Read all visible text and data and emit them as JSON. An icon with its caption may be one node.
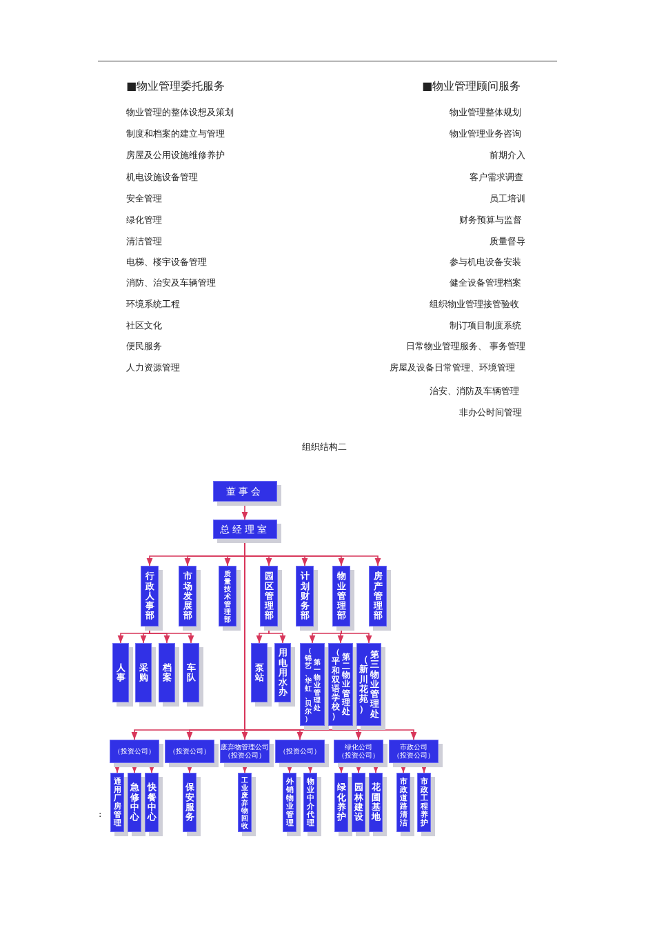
{
  "diagram": {
    "title": "组织结构二",
    "nodes": [
      {
        "text": [
          "董事会"
        ]
      },
      {
        "text": [
          "总经理室"
        ]
      },
      {
        "text": [
          "行政人事部"
        ]
      },
      {
        "text": [
          "市场发展部"
        ]
      },
      {
        "text": [
          "质量技术管理部"
        ]
      },
      {
        "text": [
          "园区管理部"
        ]
      },
      {
        "text": [
          "计划财务部"
        ]
      },
      {
        "text": [
          "物业管理部"
        ]
      },
      {
        "text": [
          "房产管理部"
        ]
      },
      {
        "text": [
          "人事"
        ]
      },
      {
        "text": [
          "采购"
        ]
      },
      {
        "text": [
          "档案"
        ]
      },
      {
        "text": [
          "车队"
        ]
      },
      {
        "text": [
          "泵站"
        ]
      },
      {
        "text": [
          "用电用水办"
        ]
      },
      {
        "text": [
          "（锦艺、华虹、贝尔）",
          "第一物业管理处"
        ]
      },
      {
        "text": [
          "（平和双语学校）",
          "第二物业管理处"
        ]
      },
      {
        "text": [
          "（新川花苑）",
          "第三物业管理处"
        ]
      },
      {
        "text": [
          "（投资公司）"
        ]
      },
      {
        "text": [
          "（投资公司）"
        ]
      },
      {
        "text": [
          "废弃物管理公司",
          "（投资公司）"
        ]
      },
      {
        "text": [
          "（投资公司）"
        ]
      },
      {
        "text": [
          "绿化公司",
          "（投资公司）"
        ]
      },
      {
        "text": [
          "市政公司",
          "（投资公司）"
        ]
      },
      {
        "text": [
          "通用厂房管理"
        ]
      },
      {
        "text": [
          "急修中心"
        ]
      },
      {
        "text": [
          "快餐中心"
        ]
      },
      {
        "text": [
          "保安服务"
        ]
      },
      {
        "text": [
          "工业废弃物回收"
        ]
      },
      {
        "text": [
          "外销物业管理"
        ]
      },
      {
        "text": [
          "物业中介代理"
        ]
      },
      {
        "text": [
          "绿化养护"
        ]
      },
      {
        "text": [
          "园林建设"
        ]
      },
      {
        "text": [
          "花圃基地"
        ]
      },
      {
        "text": [
          "市政道路清洁"
        ]
      },
      {
        "text": [
          "市政工程养护"
        ]
      }
    ],
    "edges": [
      {
        "from": 0,
        "to": 1,
        "arrow": "to"
      },
      {
        "from": 1,
        "to": 2,
        "arrow": "to"
      },
      {
        "from": 1,
        "to": 3,
        "arrow": "to"
      },
      {
        "from": 1,
        "to": 4,
        "arrow": "to"
      },
      {
        "from": 1,
        "to": 5,
        "arrow": "to"
      },
      {
        "from": 1,
        "to": 6,
        "arrow": "to"
      },
      {
        "from": 1,
        "to": 7,
        "arrow": "to"
      },
      {
        "from": 1,
        "to": 8,
        "arrow": "to"
      },
      {
        "from": 2,
        "to": 9,
        "arrow": "to"
      },
      {
        "from": 2,
        "to": 10,
        "arrow": "to"
      },
      {
        "from": 2,
        "to": 11,
        "arrow": "to"
      },
      {
        "from": 2,
        "to": 12,
        "arrow": "to"
      },
      {
        "from": 5,
        "to": 13,
        "arrow": "to"
      },
      {
        "from": 5,
        "to": 14,
        "arrow": "to"
      },
      {
        "from": 7,
        "to": 15,
        "arrow": "to"
      },
      {
        "from": 7,
        "to": 16,
        "arrow": "to"
      },
      {
        "from": 7,
        "to": 17,
        "arrow": "to"
      },
      {
        "from": 1,
        "to": 18,
        "arrow": "to"
      },
      {
        "from": 1,
        "to": 19,
        "arrow": "to"
      },
      {
        "from": 1,
        "to": 20,
        "arrow": "to"
      },
      {
        "from": 1,
        "to": 21,
        "arrow": "to"
      },
      {
        "from": 1,
        "to": 22,
        "arrow": "to"
      },
      {
        "from": 1,
        "to": 23,
        "arrow": "to"
      },
      {
        "from": 18,
        "to": 24,
        "arrow": "to"
      },
      {
        "from": 18,
        "to": 25,
        "arrow": "to"
      },
      {
        "from": 18,
        "to": 26,
        "arrow": "to"
      },
      {
        "from": 19,
        "to": 27,
        "arrow": "to"
      },
      {
        "from": 20,
        "to": 28,
        "arrow": "to"
      },
      {
        "from": 21,
        "to": 29,
        "arrow": "to"
      },
      {
        "from": 21,
        "to": 30,
        "arrow": "to"
      },
      {
        "from": 22,
        "to": 31,
        "arrow": "to"
      },
      {
        "from": 22,
        "to": 32,
        "arrow": "to"
      },
      {
        "from": 22,
        "to": 33,
        "arrow": "to"
      },
      {
        "from": 23,
        "to": 34,
        "arrow": "to"
      },
      {
        "from": 23,
        "to": 35,
        "arrow": "to"
      }
    ],
    "labels": [
      "■物业管理委托服务",
      "物业管理的整体设想及策划",
      "制度和档案的建立与管理",
      "房屋及公用设施维修养护",
      "机电设施设备管理",
      "安全管理",
      "绿化管理",
      "清洁管理",
      "电梯、楼宇设备管理",
      "消防、治安及车辆管理",
      "环境系统工程",
      "社区文化",
      "便民服务",
      "人力资源管理",
      "■物业管理顾问服务",
      "物业管理整体规划",
      "物业管理业务咨询",
      "前期介入",
      "客户需求调查",
      "员工培训",
      "财务预算与监督",
      "质量督导",
      "参与机电设备安装",
      "健全设备管理档案",
      "组织物业管理接管验收",
      "制订项目制度系统",
      "日常物业管理服务、 事务管理",
      "房屋及设备日常管理、环境管理",
      "治安、消防及车辆管理",
      "非办公时间管理",
      ":"
    ]
  }
}
